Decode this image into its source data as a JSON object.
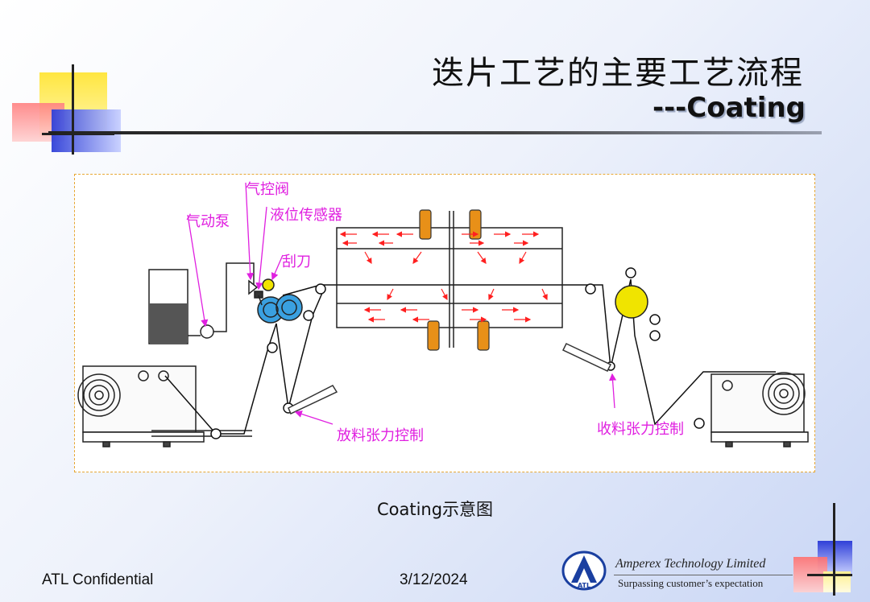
{
  "slide": {
    "title_cn": "迭片工艺的主要工艺流程",
    "title_en": "---Coating",
    "caption": "Coating示意图"
  },
  "diagram": {
    "labels": {
      "air_pump": "气动泵",
      "air_valve": "气控阀",
      "level_sensor": "液位传感器",
      "scraper": "刮刀",
      "unwind_tension": "放料张力控制",
      "rewind_tension": "收料张力控制"
    },
    "colors": {
      "label": "#e020e0",
      "airflow": "#ff2020",
      "heater": "#e89018",
      "roller": "#f0e400"
    }
  },
  "footer": {
    "confidential": "ATL Confidential",
    "date": "3/12/2024",
    "company_name": "Amperex Technology Limited",
    "company_slogan": "Surpassing customer’s expectation",
    "logo_text": "ATL"
  }
}
